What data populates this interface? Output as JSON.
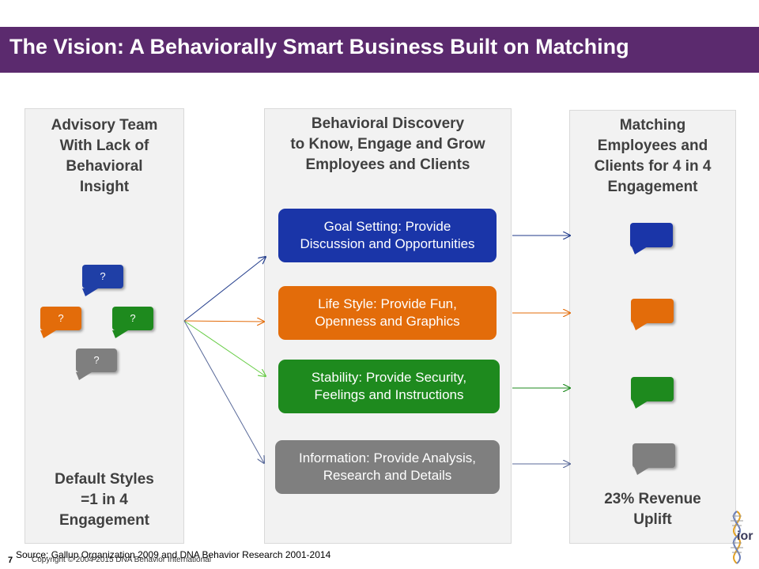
{
  "title": "The Vision: A Behaviorally Smart Business Built on Matching",
  "left_column": {
    "title": "Advisory Team\nWith Lack of\nBehavioral\nInsight",
    "bubbles": [
      {
        "text": "?",
        "color": "#1f3fa6"
      },
      {
        "text": "?",
        "color": "#e36c0a"
      },
      {
        "text": "?",
        "color": "#1e8a1e"
      },
      {
        "text": "?",
        "color": "#7f7f7f"
      }
    ],
    "bottom": "Default  Styles\n=1 in 4\nEngagement"
  },
  "middle_column": {
    "title": "Behavioral Discovery\nto Know, Engage and Grow\nEmployees and  Clients",
    "boxes": [
      {
        "text": "Goal Setting: Provide\nDiscussion and Opportunities",
        "color": "#1a35a8"
      },
      {
        "text": "Life Style: Provide Fun,\nOpenness and Graphics",
        "color": "#e36c0a"
      },
      {
        "text": "Stability:  Provide Security,\nFeelings and Instructions",
        "color": "#1e8a1e"
      },
      {
        "text": "Information: Provide Analysis,\nResearch and Details",
        "color": "#7f7f7f"
      }
    ]
  },
  "right_column": {
    "title": "Matching\nEmployees and\nClients for 4 in 4\nEngagement",
    "bubble_colors": [
      "#1a35a8",
      "#e36c0a",
      "#1e8a1e",
      "#7f7f7f"
    ],
    "bottom": "23% Revenue\nUplift"
  },
  "footer": {
    "page_number": "7",
    "source": "Source: Gallup Organization 2009 and DNA Behavior Research 2001-2014",
    "copyright": "Copyright © 2004-2015 DNA  Behavior International",
    "logo_text": "ior"
  },
  "arrow_colors": [
    "#1f3a8a",
    "#e36c0a",
    "#66cc44",
    "#5a6a9a"
  ]
}
